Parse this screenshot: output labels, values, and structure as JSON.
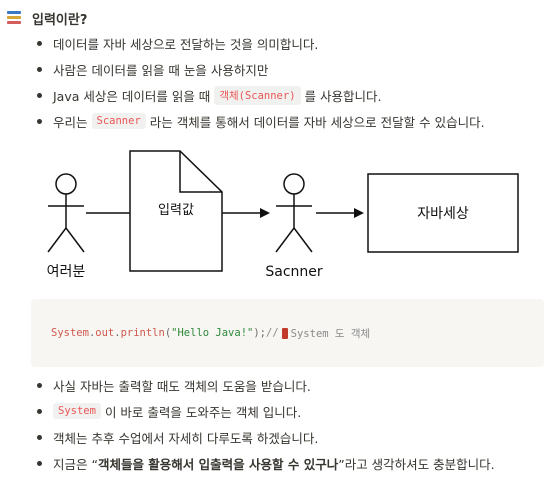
{
  "heading": {
    "text": "입력이란?",
    "icon": "list-icon"
  },
  "bullets_top": [
    {
      "text": "데이터를 자바 세상으로 전달하는 것을 의미합니다."
    },
    {
      "text": "사람은 데이터를 읽을 때 눈을 사용하지만"
    },
    {
      "before": "Java 세상은 데이터를 읽을 때",
      "code": "객체(Scanner)",
      "after": "를 사용합니다."
    },
    {
      "before": "우리는",
      "code": "Scanner",
      "after": "라는 객체를 통해서 데이터를 자바 세상으로 전달할 수 있습니다."
    }
  ],
  "diagram": {
    "person_left_label": "여러분",
    "document_label": "입력값",
    "person_right_label": "Sacnner",
    "box_label": "자바세상"
  },
  "code_block": {
    "t1": "System",
    "t2": ".",
    "t3": "out",
    "t4": ".",
    "t5": "println",
    "t6": "(",
    "t7": "\"Hello Java!\"",
    "t8": "); ",
    "t9": "//",
    "t10": "System 도 객체",
    "accent_color": "#eb5757"
  },
  "bullets_bottom": [
    {
      "text": "사실 자바는 출력할 때도 객체의 도움을 받습니다."
    },
    {
      "code": "System",
      "after": "이 바로 출력을 도와주는 객체 입니다."
    },
    {
      "text": "객체는 추후 수업에서 자세히 다루도록 하겠습니다."
    },
    {
      "before": "지금은 “",
      "bold": "객체들을 활용해서 입출력을 사용할 수 있구나",
      "after": "”라고 생각하셔도 충분합니다."
    }
  ]
}
